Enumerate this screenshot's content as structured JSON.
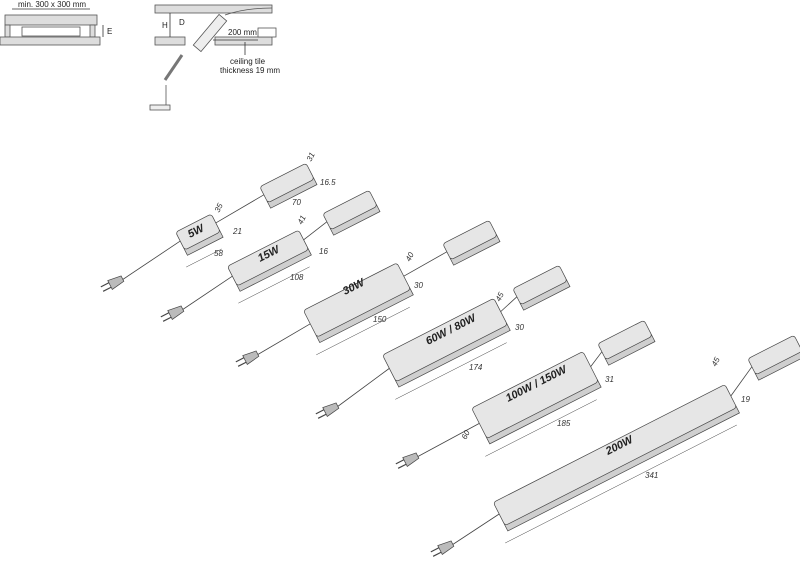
{
  "install_notes": {
    "min_area": "min. 300 x 300 mm",
    "e_label": "E",
    "h_label": "H",
    "d_label": "D",
    "distance": "200 mm",
    "ceiling_tile_line1": "ceiling tile",
    "ceiling_tile_line2": "thickness 19 mm"
  },
  "distributor": {
    "width": "31",
    "height": "16.5",
    "length": "70"
  },
  "drivers": [
    {
      "label": "5W",
      "width": "35",
      "height": "21",
      "length": "58"
    },
    {
      "label": "15W",
      "width": "41",
      "height": "16",
      "length": "108"
    },
    {
      "label": "30W",
      "width": "40",
      "height": "30",
      "length": "150"
    },
    {
      "label": "60W / 80W",
      "width": "45",
      "height": "30",
      "length": "174"
    },
    {
      "label": "100W / 150W",
      "width": "60",
      "height": "31",
      "length": "185"
    },
    {
      "label": "200W",
      "width": "45",
      "height": "19",
      "length": "341"
    }
  ]
}
